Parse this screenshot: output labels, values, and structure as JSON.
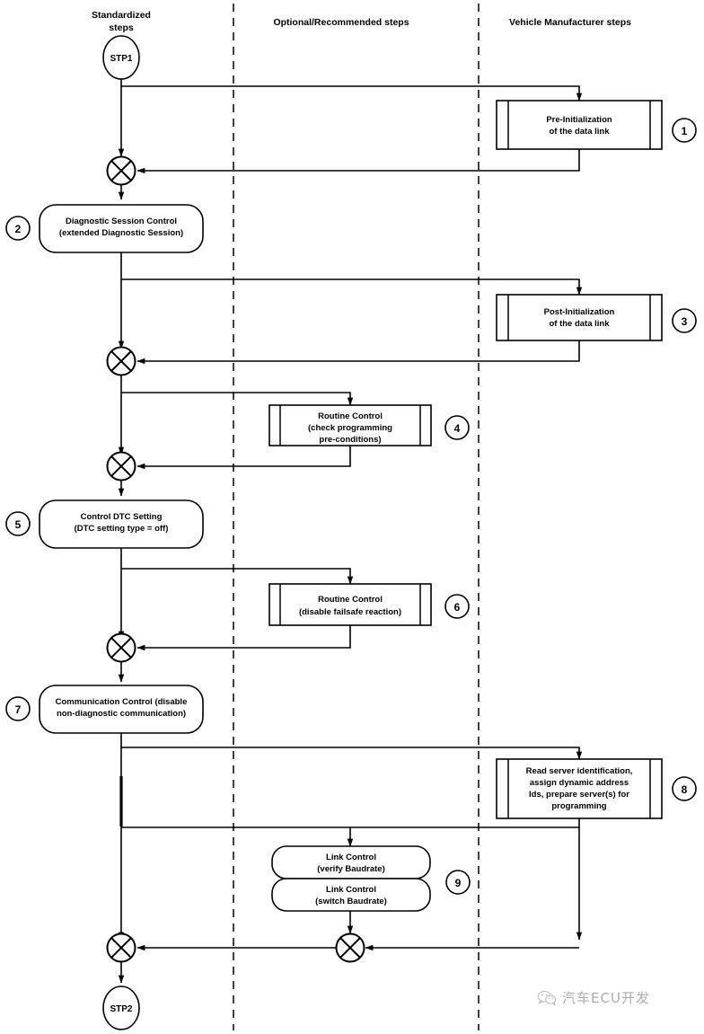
{
  "diagram": {
    "title": "ECU programming sequence flowchart",
    "lanes": [
      {
        "id": "standardized",
        "label": "Standardized\nsteps",
        "label_line1": "Standardized",
        "label_line2": "steps"
      },
      {
        "id": "optional",
        "label": "Optional/Recommended steps"
      },
      {
        "id": "manufacturer",
        "label": "Vehicle Manufacturer steps"
      }
    ],
    "terminators": [
      {
        "id": "start",
        "label": "STP1"
      },
      {
        "id": "end",
        "label": "STP2"
      }
    ],
    "steps": [
      {
        "number": "1",
        "lane": "manufacturer",
        "shape": "predefined-process",
        "lines": [
          "Pre-Initialization",
          "of the data link"
        ]
      },
      {
        "number": "2",
        "lane": "standardized",
        "shape": "rounded",
        "lines": [
          "Diagnostic Session Control",
          "(extended Diagnostic Session)"
        ]
      },
      {
        "number": "3",
        "lane": "manufacturer",
        "shape": "predefined-process",
        "lines": [
          "Post-Initialization",
          "of the data link"
        ]
      },
      {
        "number": "4",
        "lane": "optional",
        "shape": "predefined-process",
        "lines": [
          "Routine Control",
          "(check programming",
          "pre-conditions)"
        ]
      },
      {
        "number": "5",
        "lane": "standardized",
        "shape": "rounded",
        "lines": [
          "Control DTC Setting",
          "(DTC setting type = off)"
        ]
      },
      {
        "number": "6",
        "lane": "optional",
        "shape": "predefined-process",
        "lines": [
          "Routine Control",
          "(disable failsafe reaction)"
        ]
      },
      {
        "number": "7",
        "lane": "standardized",
        "shape": "rounded",
        "lines": [
          "Communication Control (disable",
          "non-diagnostic communication)"
        ]
      },
      {
        "number": "8",
        "lane": "manufacturer",
        "shape": "predefined-process",
        "lines": [
          "Read server identification,",
          "assign dynamic address",
          "Ids, prepare server(s) for",
          "programming"
        ]
      },
      {
        "number": "9",
        "lane": "optional",
        "shape": "rounded-pair",
        "sub": [
          {
            "lines": [
              "Link Control",
              "(verify Baudrate)"
            ]
          },
          {
            "lines": [
              "Link Control",
              "(switch Baudrate)"
            ]
          }
        ]
      }
    ],
    "junction_count": 6,
    "colors": {
      "stroke": "#000000",
      "fill": "#ffffff",
      "background": "#ffffff"
    }
  },
  "watermark": {
    "label": "汽车ECU开发",
    "icon": "wechat-icon"
  }
}
